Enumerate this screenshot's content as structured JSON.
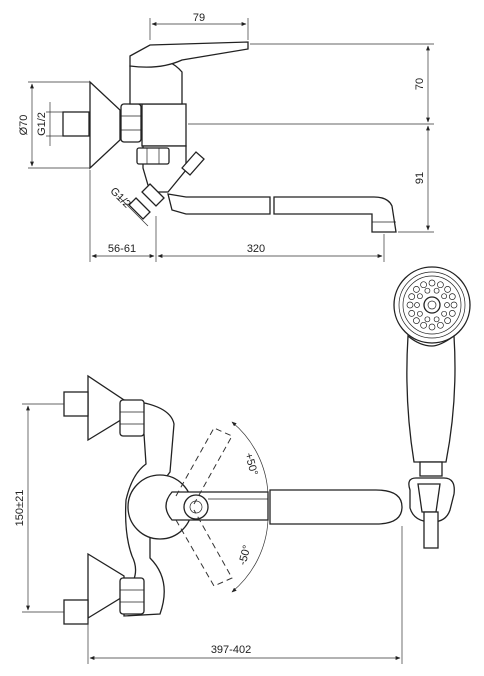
{
  "dimensions": {
    "lever_length": "79",
    "body_height": "70",
    "spout_height": "91",
    "flange_diameter": "Ø70",
    "wall_thread": "G1/2",
    "shower_thread": "G1/2",
    "wall_offset": "56-61",
    "spout_reach": "320",
    "inlet_spacing": "150±21",
    "rotation_up": "+50°",
    "rotation_down": "-50°",
    "overall_width": "397-402"
  },
  "colors": {
    "line": "#222222",
    "background": "#ffffff"
  }
}
